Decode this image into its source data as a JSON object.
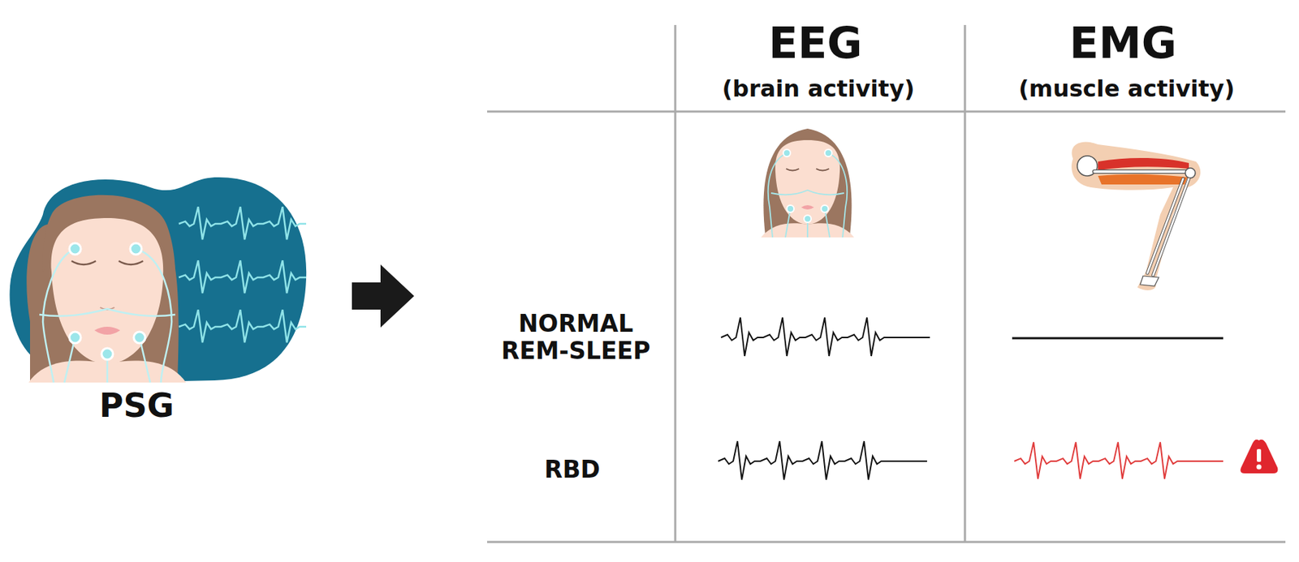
{
  "diagram": {
    "labels": [
      "PSG",
      "EEG",
      "(brain activity)",
      "EMG",
      "(muscle activity)",
      "NORMAL REM-SLEEP",
      "RBD"
    ]
  }
}
